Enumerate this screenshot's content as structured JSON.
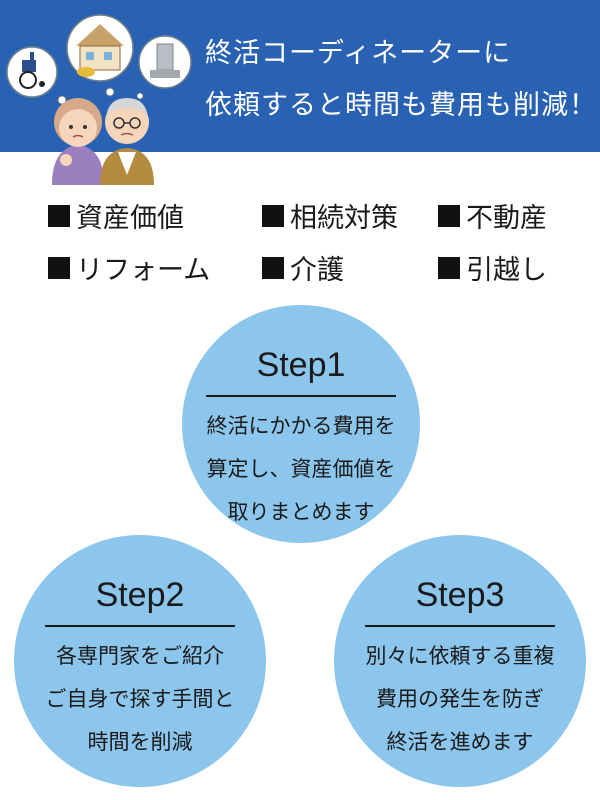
{
  "banner": {
    "title_line1": "終活コーディネーターに",
    "title_line2": "依頼すると時間も費用も削減！",
    "background_color": "#2a62b3"
  },
  "illustration": {
    "bubbles": [
      "wheelchair-icon",
      "house-icon",
      "gravestone-icon"
    ],
    "people": [
      "elderly-woman",
      "elderly-man"
    ]
  },
  "categories": [
    {
      "label": "資産価値"
    },
    {
      "label": "相続対策"
    },
    {
      "label": "不動産"
    },
    {
      "label": "リフォーム"
    },
    {
      "label": "介護"
    },
    {
      "label": "引越し"
    }
  ],
  "steps": [
    {
      "title": "Step1",
      "lines": [
        "終活にかかる費用を",
        "算定し、資産価値を",
        "取りまとめます"
      ]
    },
    {
      "title": "Step2",
      "lines": [
        "各専門家をご紹介",
        "ご自身で探す手間と",
        "時間を削減"
      ]
    },
    {
      "title": "Step3",
      "lines": [
        "別々に依頼する重複",
        "費用の発生を防ぎ",
        "終活を進めます"
      ]
    }
  ],
  "colors": {
    "circle": "#8cc6ec",
    "text": "#1a1a1a"
  }
}
